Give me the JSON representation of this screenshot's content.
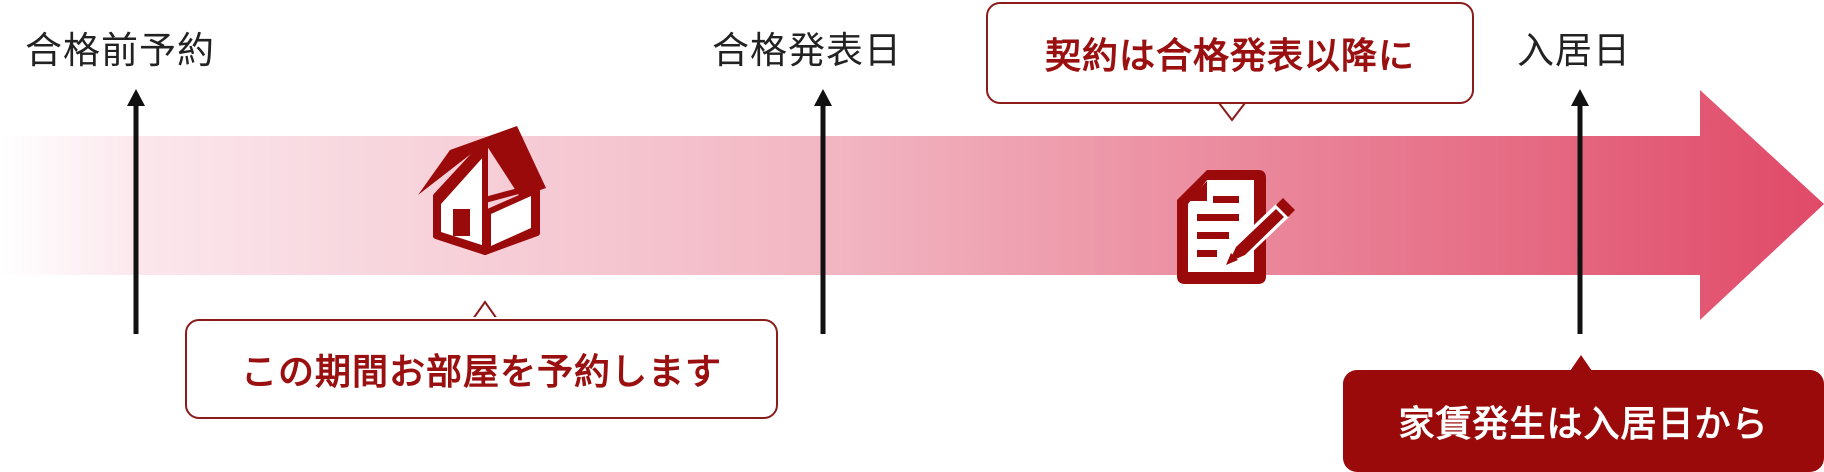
{
  "milestones": {
    "pre_pass": "合格前予約",
    "pass_announce": "合格発表日",
    "move_in": "入居日"
  },
  "callouts": {
    "reserve_period": "この期間お部屋を予約します",
    "contract_after": "契約は合格発表以降に",
    "rent_starts": "家賃発生は入居日から"
  },
  "icons": {
    "house": "house-icon",
    "contract": "contract-document-icon"
  },
  "colors": {
    "arrow_start": "#fbe4ea",
    "arrow_end": "#e04a68",
    "accent": "#9b0a0a"
  }
}
